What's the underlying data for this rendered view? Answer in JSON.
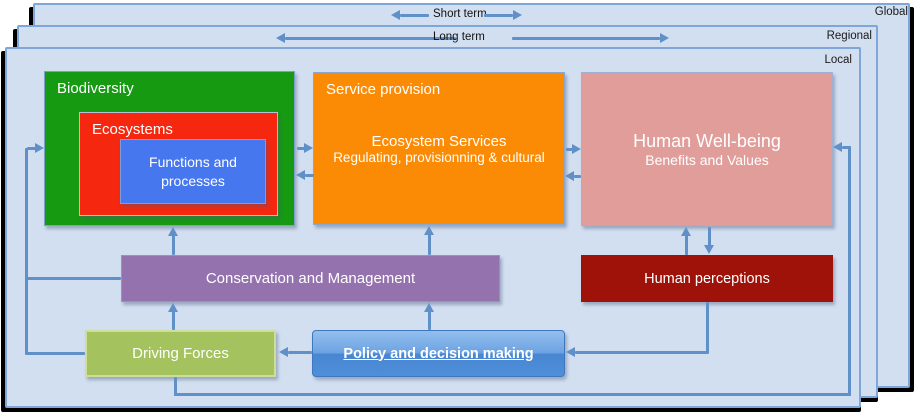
{
  "panels": {
    "global": {
      "label": "Global"
    },
    "regional": {
      "label": "Regional"
    },
    "local": {
      "label": "Local"
    }
  },
  "timescale": {
    "short": "Short term",
    "long": "Long term"
  },
  "boxes": {
    "biodiversity": {
      "title": "Biodiversity",
      "color": "#169a12"
    },
    "ecosystems": {
      "title": "Ecosystems",
      "color": "#f5270e"
    },
    "functions": {
      "label": "Functions and processes",
      "color": "#4677ee"
    },
    "service_provision": {
      "title": "Service provision",
      "line1": "Ecosystem Services",
      "line2": "Regulating, provisionning & cultural",
      "color": "#fb8b05"
    },
    "human_wellbeing": {
      "title": "Human Well-being",
      "subtitle": "Benefits and Values",
      "color": "#e19d99"
    },
    "conservation": {
      "label": "Conservation and Management",
      "color": "#9472ae"
    },
    "human_perceptions": {
      "label": "Human perceptions",
      "color": "#9e1209"
    },
    "driving_forces": {
      "label": "Driving Forces",
      "color": "#a4c25e"
    },
    "policy": {
      "label": "Policy and decision making",
      "color_top": "#93bfef",
      "color_bottom": "#4f8ed8"
    }
  },
  "style": {
    "panel_fill": "#d2dff1",
    "panel_border": "#7ea6d8",
    "arrow_color": "#6090c8"
  }
}
